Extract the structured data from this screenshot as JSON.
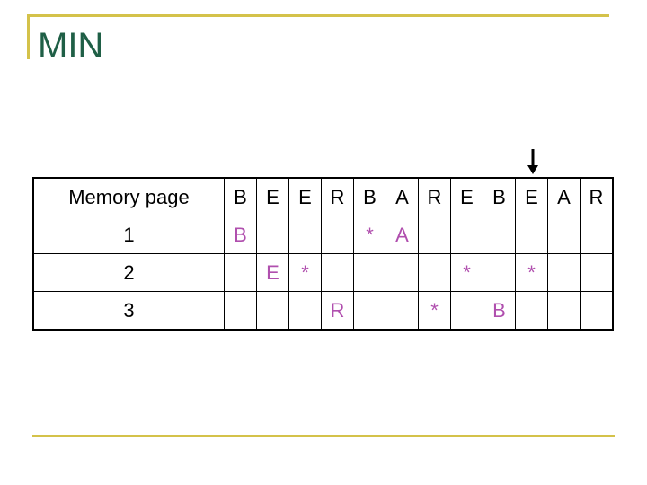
{
  "title": "MIN",
  "accent_color": "#d4c24a",
  "title_color": "#1f5f46",
  "highlight_color": "#b04fae",
  "pointer_icon": "down-arrow-icon",
  "table": {
    "header_label": "Memory page",
    "sequence": [
      "B",
      "E",
      "E",
      "R",
      "B",
      "A",
      "R",
      "E",
      "B",
      "E",
      "A",
      "R"
    ],
    "rows": [
      {
        "label": "1",
        "cells": [
          "B",
          "",
          "",
          "",
          "*",
          "A",
          "",
          "",
          "",
          "",
          "",
          ""
        ]
      },
      {
        "label": "2",
        "cells": [
          "",
          "E",
          "*",
          "",
          "",
          "",
          "",
          "*",
          "",
          "*",
          "",
          ""
        ]
      },
      {
        "label": "3",
        "cells": [
          "",
          "",
          "",
          "R",
          "",
          "",
          "*",
          "",
          "B",
          "",
          "",
          ""
        ]
      }
    ]
  }
}
